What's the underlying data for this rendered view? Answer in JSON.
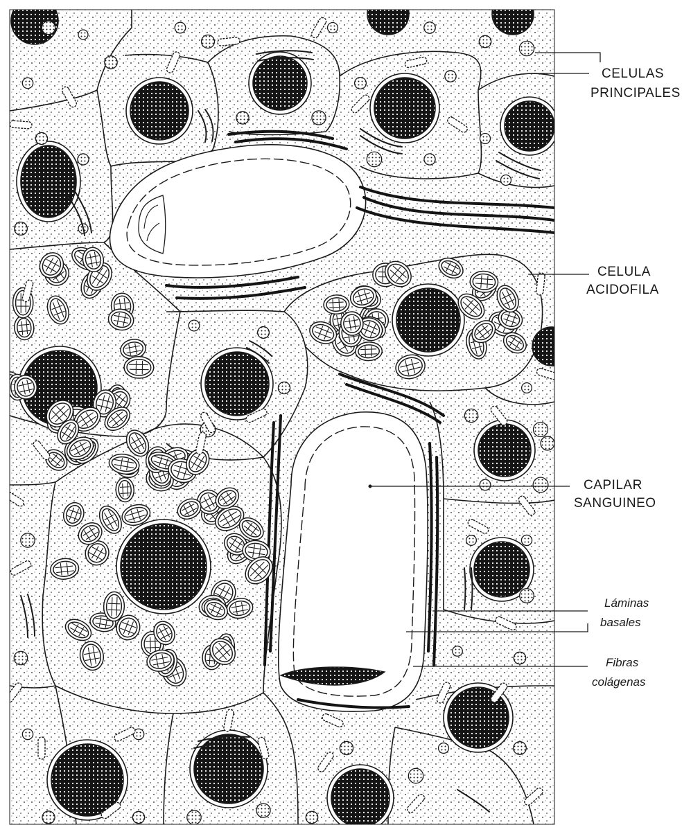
{
  "labels": {
    "celulas_principales": {
      "line1": "CELULAS",
      "line2": "PRINCIPALES"
    },
    "celula_acidofila": {
      "line1": "CELULA",
      "line2": "ACIDOFILA"
    },
    "capilar_sanguineo": {
      "line1": "CAPILAR",
      "line2": "SANGUINEO"
    },
    "laminas_basales": {
      "line1": "Láminas",
      "line2": "basales"
    },
    "fibras_colagenas": {
      "line1": "Fibras",
      "line2": "colágenas"
    }
  },
  "colors": {
    "ink": "#1a1a1a",
    "paper": "#ffffff",
    "nucleus": "#141414"
  }
}
